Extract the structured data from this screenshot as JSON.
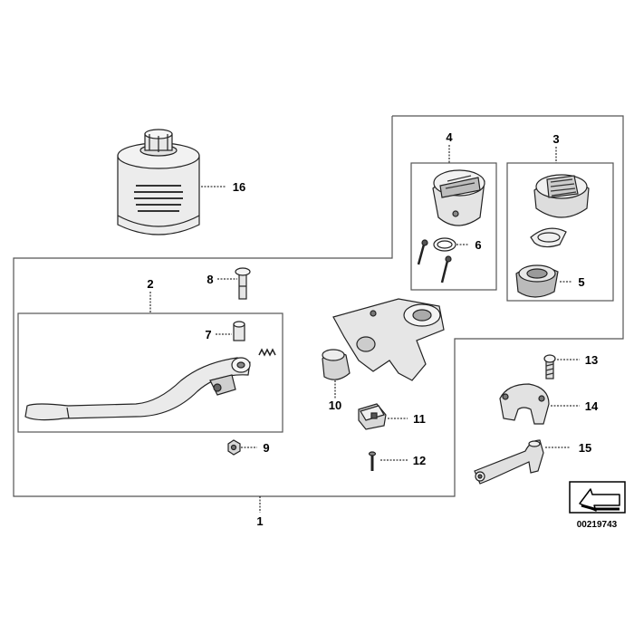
{
  "diagram": {
    "labels": {
      "l1": "1",
      "l2": "2",
      "l3": "3",
      "l4": "4",
      "l5": "5",
      "l6": "6",
      "l7": "7",
      "l8": "8",
      "l9": "9",
      "l10": "10",
      "l11": "11",
      "l12": "12",
      "l13": "13",
      "l14": "14",
      "l15": "15",
      "l16": "16"
    },
    "diagram_code": "00219743"
  }
}
